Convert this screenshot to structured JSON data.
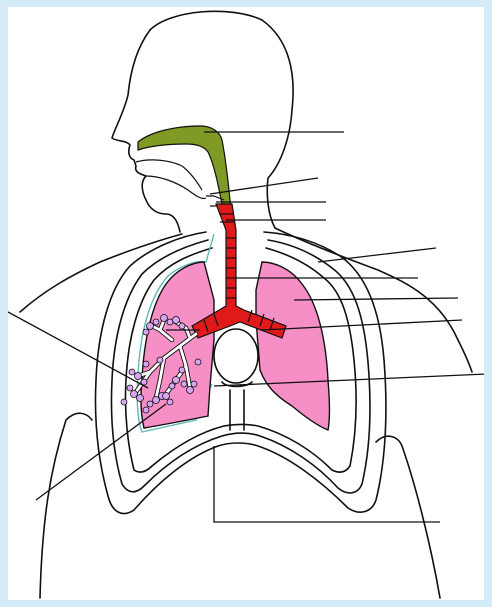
{
  "diagram": {
    "colors": {
      "background": "#d4ebf8",
      "canvas": "#ffffff",
      "lung": "#f58fc6",
      "trachea": "#e01a1a",
      "airway": "#7f9a25",
      "alveoli": "#d8a6f0",
      "pleura": "#5fb9b4",
      "outline": "#111111"
    },
    "parts": [
      "head-outline",
      "nasal-passage",
      "mouth",
      "pharynx",
      "larynx",
      "trachea",
      "bronchi",
      "bronchioles",
      "alveoli",
      "right-lung",
      "left-lung",
      "heart",
      "ribcage",
      "pleural-membrane",
      "diaphragm"
    ],
    "label_lines": [
      "label-line-1",
      "label-line-2",
      "label-line-3",
      "label-line-4",
      "label-line-5",
      "label-line-6",
      "label-line-7",
      "label-line-8",
      "label-line-9",
      "label-line-10",
      "label-line-11",
      "label-line-12"
    ]
  }
}
